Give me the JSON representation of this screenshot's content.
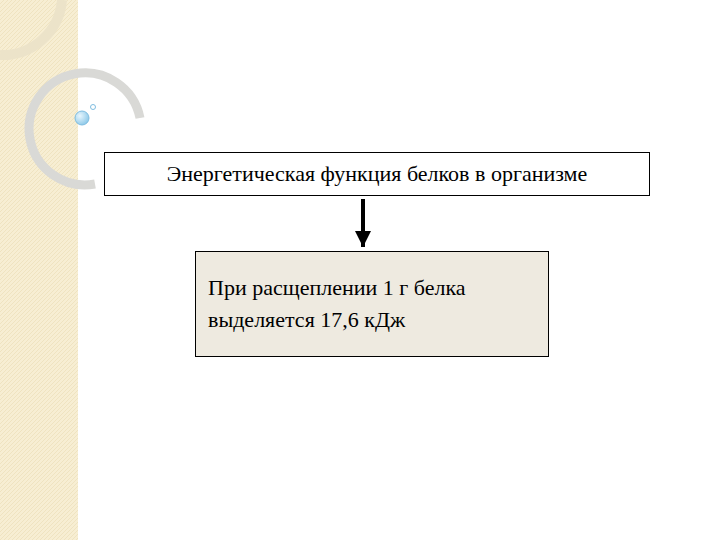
{
  "diagram": {
    "nodes": [
      {
        "text": [
          "Энергетическая функция белков в организме"
        ]
      },
      {
        "text": [
          "При расщеплении 1 г белка выделяется 17,6 кДж"
        ]
      }
    ],
    "edges": [
      {
        "from": 0,
        "to": 1,
        "arrow": "to"
      }
    ]
  }
}
